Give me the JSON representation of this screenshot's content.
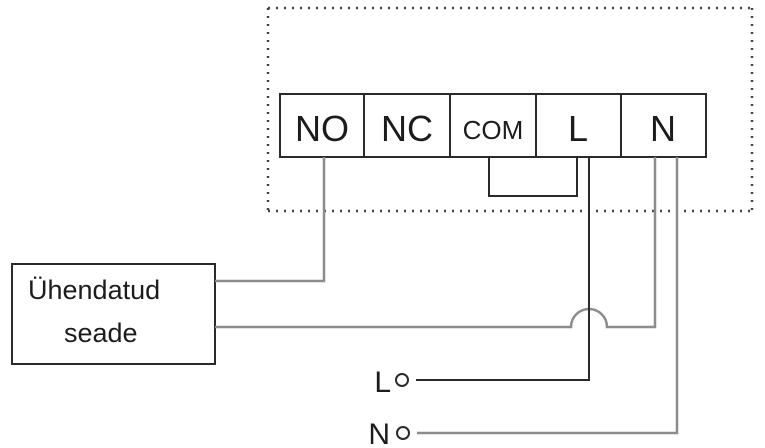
{
  "relay": {
    "terminals": [
      "NO",
      "NC",
      "COM",
      "L",
      "N"
    ]
  },
  "device": {
    "line1": "Ühendatud",
    "line2": "seade"
  },
  "supply": {
    "live": "L",
    "neutral": "N"
  },
  "colors": {
    "line": "#2a2a2a",
    "wire": "#8c8c8c",
    "dotted": "#444444"
  }
}
